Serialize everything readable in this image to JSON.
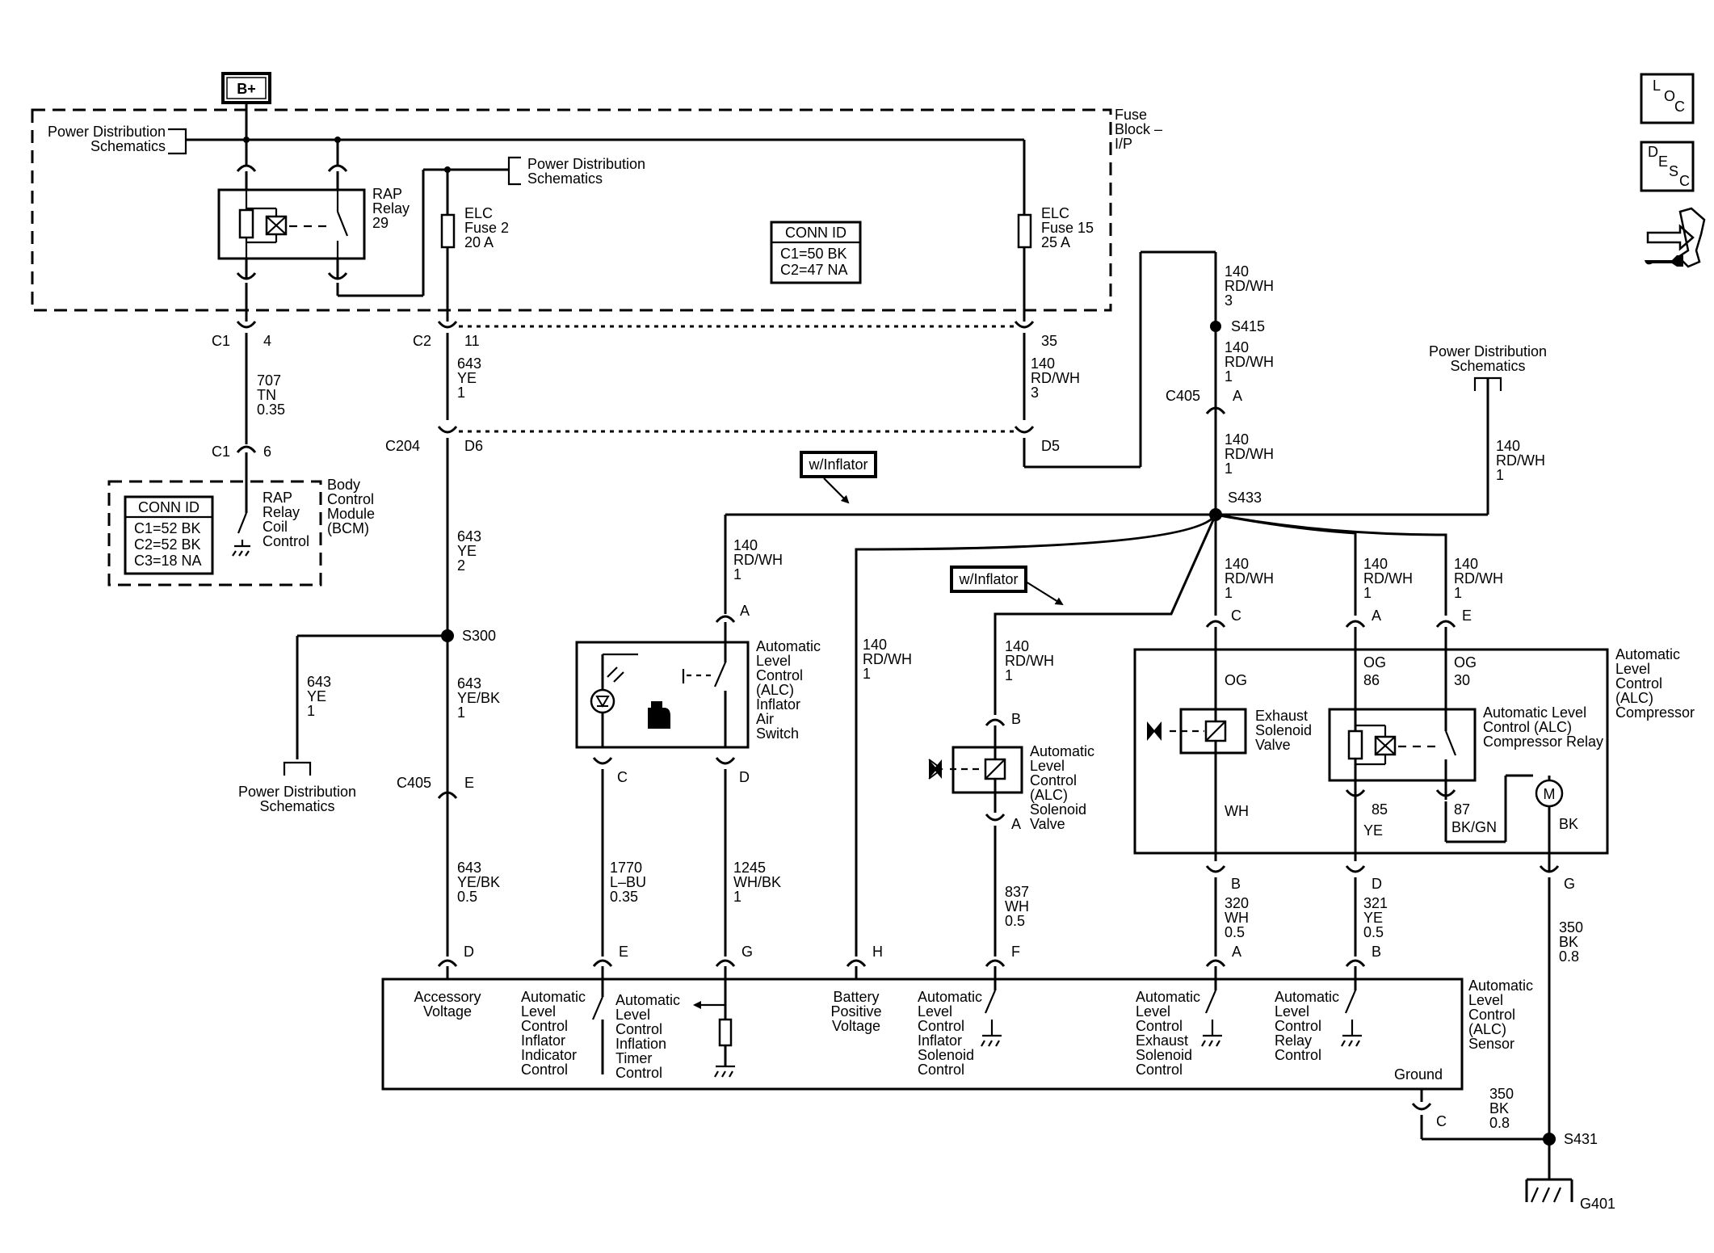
{
  "labels": {
    "bplus": "B+",
    "pds_left": [
      "Power Distribution",
      "Schematics"
    ],
    "pds_mid": [
      "Power Distribution",
      "Schematics"
    ],
    "pds_right": [
      "Power Distribution",
      "Schematics"
    ],
    "pds_s300": [
      "Power Distribution",
      "Schematics"
    ],
    "fuse_block": [
      "Fuse",
      "Block –",
      "I/P"
    ],
    "rap_relay": [
      "RAP",
      "Relay",
      "29"
    ],
    "elc_fuse2": [
      "ELC",
      "Fuse 2",
      "20 A"
    ],
    "elc_fuse15": [
      "ELC",
      "Fuse 15",
      "25 A"
    ],
    "conn_id_top": {
      "title": "CONN ID",
      "lines": [
        "C1=50 BK",
        "C2=47 NA"
      ]
    },
    "conn_id_bcm": {
      "title": "CONN ID",
      "lines": [
        "C1=52 BK",
        "C2=52 BK",
        "C3=18 NA"
      ]
    },
    "bcm_name": [
      "Body",
      "Control",
      "Module",
      "(BCM)"
    ],
    "rap_coil": [
      "RAP",
      "Relay",
      "Coil",
      "Control"
    ],
    "c1_top": "C1",
    "c1_top_pin": "4",
    "c2_top": "C2",
    "c2_top_pin": "11",
    "pin35": "35",
    "wire707": [
      "707",
      "TN",
      "0.35"
    ],
    "c1_bcm": "C1",
    "c1_bcm_pin": "6",
    "wire643_1": [
      "643",
      "YE",
      "1"
    ],
    "wire140_3": [
      "140",
      "RD/WH",
      "3"
    ],
    "c204": "C204",
    "d6": "D6",
    "d5": "D5",
    "wire643_2": [
      "643",
      "YE",
      "2"
    ],
    "s300": "S300",
    "wire643_ye1": [
      "643",
      "YE",
      "1"
    ],
    "wire643_yebk1": [
      "643",
      "YE/BK",
      "1"
    ],
    "c405_e": "C405",
    "pin_e": "E",
    "wire643_yebk05": [
      "643",
      "YE/BK",
      "0.5"
    ],
    "wire140_top": [
      "140",
      "RD/WH",
      "3"
    ],
    "s415": "S415",
    "wire140_s415": [
      "140",
      "RD/WH",
      "1"
    ],
    "c405_a": "C405",
    "pin_a_c405": "A",
    "wire140_c405": [
      "140",
      "RD/WH",
      "1"
    ],
    "s433": "S433",
    "wire140_pds": [
      "140",
      "RD/WH",
      "1"
    ],
    "w_inflator1": "w/Inflator",
    "w_inflator2": "w/Inflator",
    "wire140_inflsw": [
      "140",
      "RD/WH",
      "1"
    ],
    "pin_a_infl": "A",
    "inflator_sw": [
      "Automatic",
      "Level",
      "Control",
      "(ALC)",
      "Inflator",
      "Air",
      "Switch"
    ],
    "pin_c_infl": "C",
    "pin_d_infl": "D",
    "wire1770": [
      "1770",
      "L–BU",
      "0.35"
    ],
    "wire1245": [
      "1245",
      "WH/BK",
      "1"
    ],
    "wire140_batt": [
      "140",
      "RD/WH",
      "1"
    ],
    "wire140_sol": [
      "140",
      "RD/WH",
      "1"
    ],
    "pin_b_sol": "B",
    "pin_a_sol": "A",
    "alc_solenoid": [
      "Automatic",
      "Level",
      "Control",
      "(ALC)",
      "Solenoid",
      "Valve"
    ],
    "wire837": [
      "837",
      "WH",
      "0.5"
    ],
    "wire140_c": [
      "140",
      "RD/WH",
      "1"
    ],
    "wire140_a": [
      "140",
      "RD/WH",
      "1"
    ],
    "wire140_e": [
      "140",
      "RD/WH",
      "1"
    ],
    "pin_c_comp": "C",
    "pin_a_comp": "A",
    "pin_e_comp": "E",
    "og1": "OG",
    "og2": "OG",
    "og3": "OG",
    "p86": "86",
    "p30": "30",
    "p85": "85",
    "p87": "87",
    "exhaust_valve": [
      "Exhaust",
      "Solenoid",
      "Valve"
    ],
    "comp_relay": [
      "Automatic Level",
      "Control (ALC)",
      "Compressor Relay"
    ],
    "compressor": [
      "Automatic",
      "Level",
      "Control",
      "(ALC)",
      "Compressor"
    ],
    "motor": "M",
    "wh": "WH",
    "ye": "YE",
    "bkgn": "BK/GN",
    "bk": "BK",
    "pin_b_comp": "B",
    "pin_d_comp": "D",
    "pin_g_comp": "G",
    "wire320": [
      "320",
      "WH",
      "0.5"
    ],
    "wire321": [
      "321",
      "YE",
      "0.5"
    ],
    "wire350_top": [
      "350",
      "BK",
      "0.8"
    ],
    "wire350_bot": [
      "350",
      "BK",
      "0.8"
    ],
    "sensor_pins": {
      "D": "D",
      "E": "E",
      "G": "G",
      "H": "H",
      "F": "F",
      "A": "A",
      "B": "B",
      "C": "C"
    },
    "sensor_funcs": {
      "acc": [
        "Accessory",
        "Voltage"
      ],
      "ind": [
        "Automatic",
        "Level",
        "Control",
        "Inflator",
        "Indicator",
        "Control"
      ],
      "timer": [
        "Automatic",
        "Level",
        "Control",
        "Inflation",
        "Timer",
        "Control"
      ],
      "batt": [
        "Battery",
        "Positive",
        "Voltage"
      ],
      "sol": [
        "Automatic",
        "Level",
        "Control",
        "Inflator",
        "Solenoid",
        "Control"
      ],
      "exh": [
        "Automatic",
        "Level",
        "Control",
        "Exhaust",
        "Solenoid",
        "Control"
      ],
      "rel": [
        "Automatic",
        "Level",
        "Control",
        "Relay",
        "Control"
      ],
      "ground": "Ground"
    },
    "sensor_name": [
      "Automatic",
      "Level",
      "Control",
      "(ALC)",
      "Sensor"
    ],
    "s431": "S431",
    "g401": "G401",
    "loc": [
      "L",
      "O",
      "C"
    ],
    "desc": [
      "D",
      "E",
      "S",
      "C"
    ]
  }
}
